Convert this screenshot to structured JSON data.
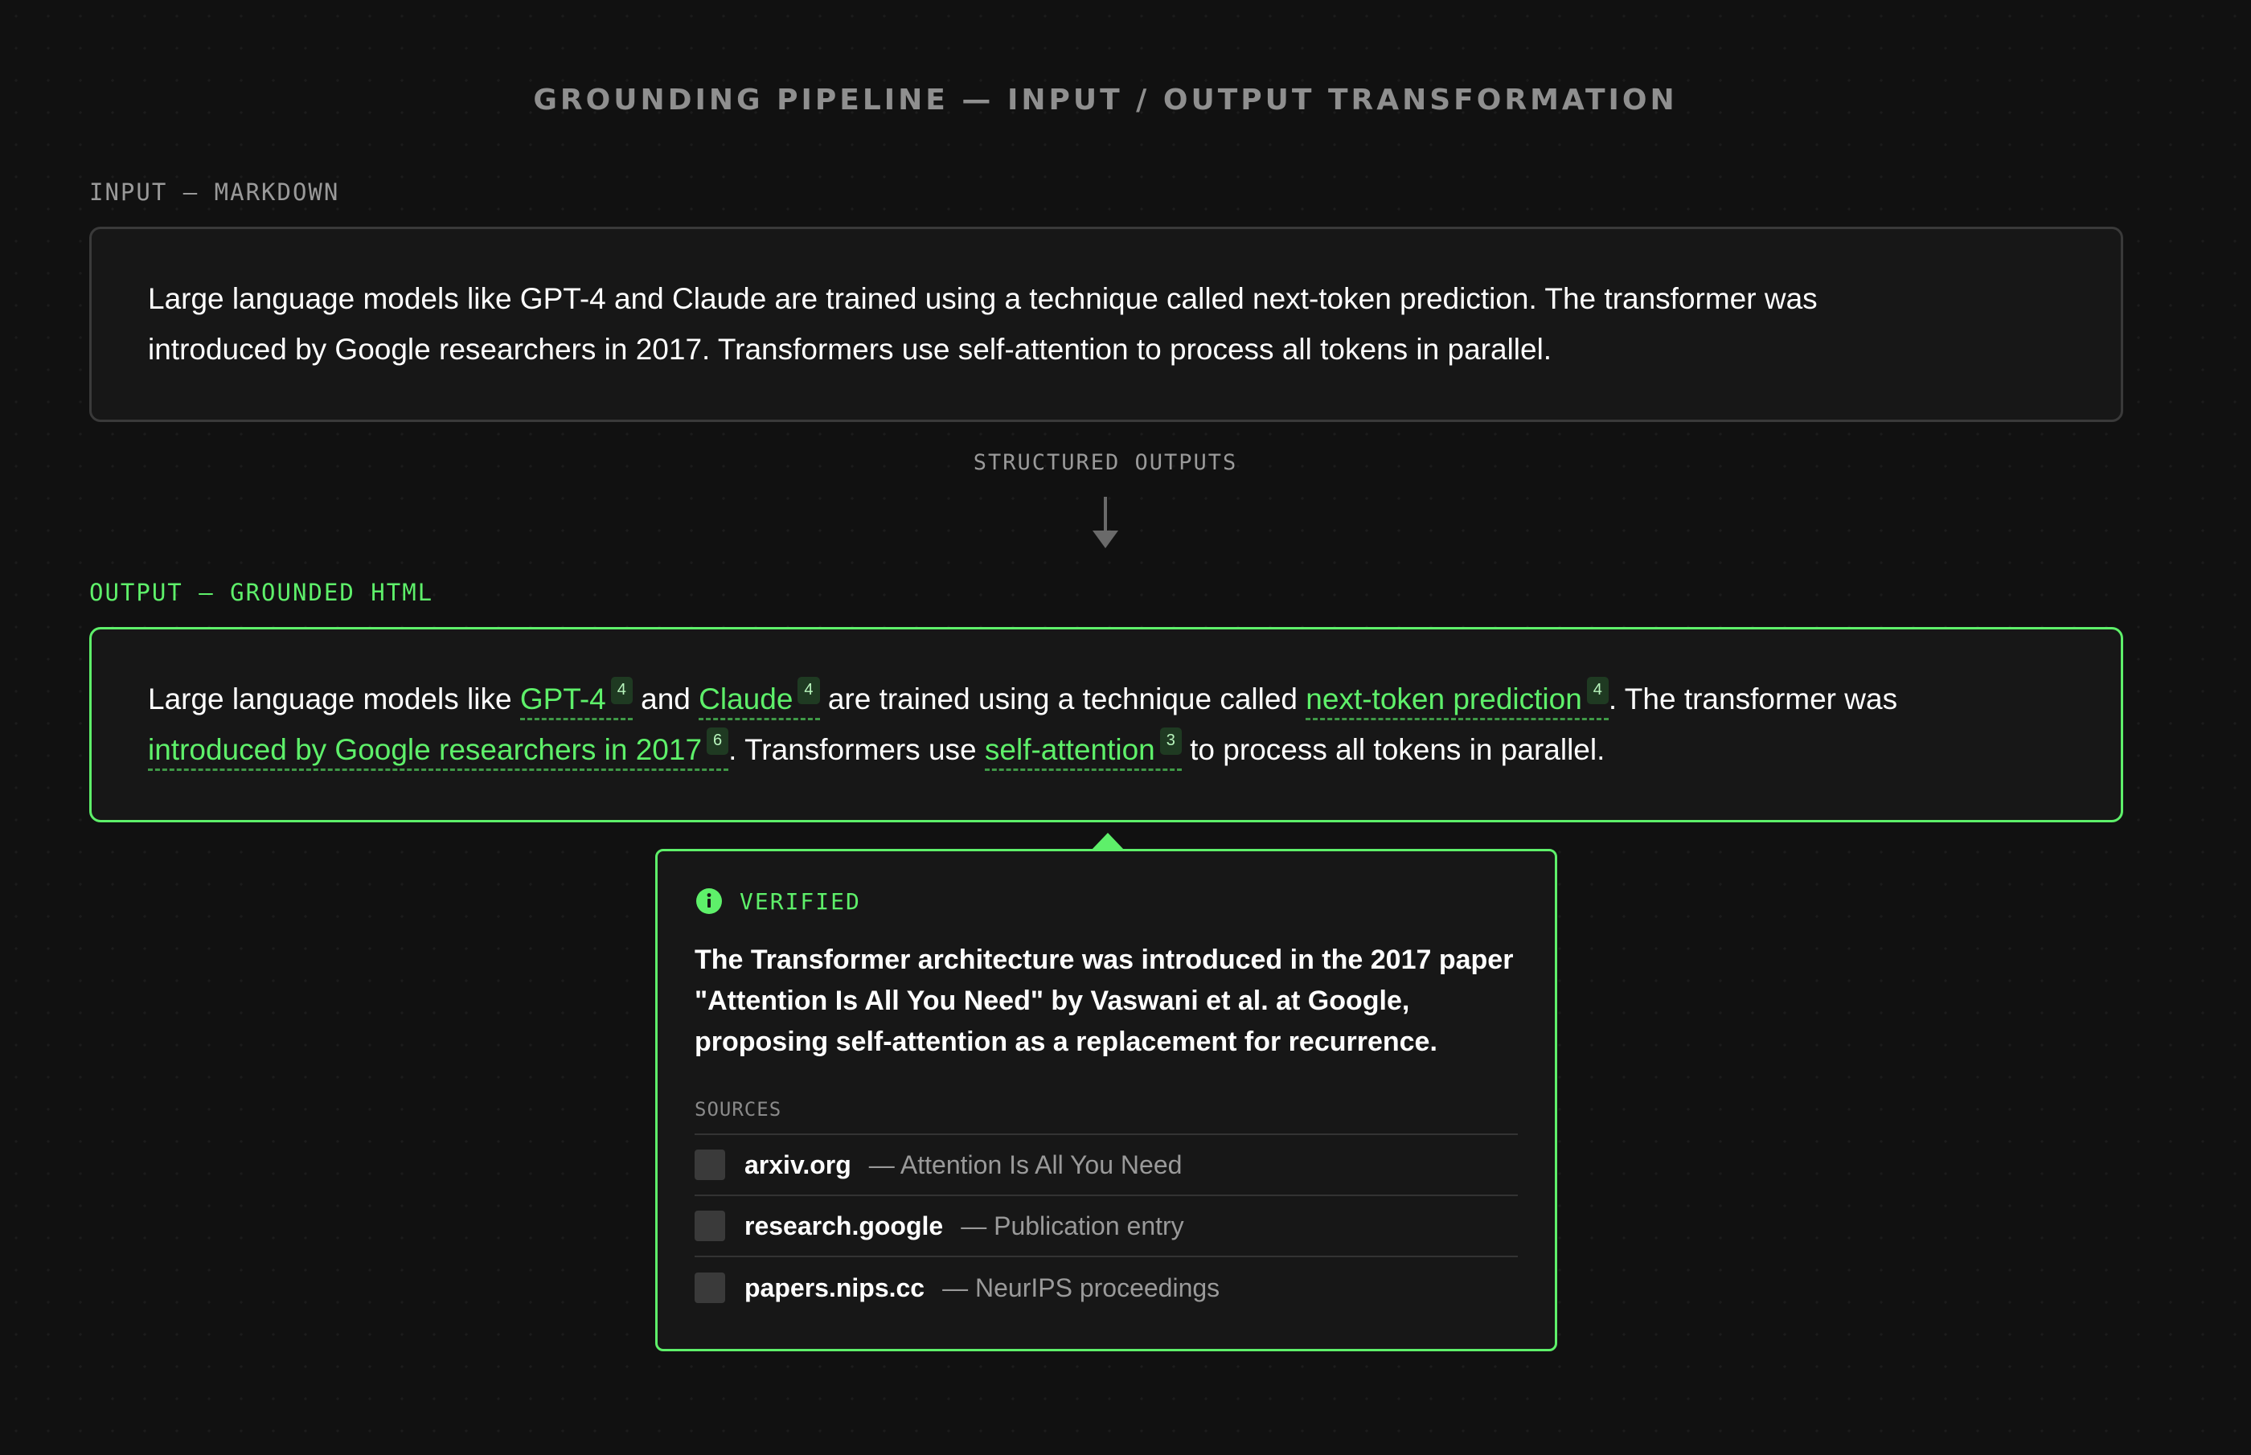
{
  "title": "GROUNDING PIPELINE — INPUT / OUTPUT TRANSFORMATION",
  "input": {
    "label": "INPUT — MARKDOWN",
    "line1": "Large language models like GPT-4 and Claude are trained using a technique called next-token prediction. The transformer was",
    "line2": "introduced by Google researchers in 2017. Transformers use self-attention to process all tokens in parallel."
  },
  "connector": {
    "label": "STRUCTURED OUTPUTS"
  },
  "output": {
    "label": "OUTPUT — GROUNDED HTML",
    "segments": {
      "t1": "Large language models like ",
      "g1": "GPT-4",
      "s1": "4",
      "t2": " and ",
      "g2": "Claude",
      "s2": "4",
      "t3": " are trained using a technique called ",
      "g3": "next-token prediction",
      "s3": "4",
      "t4": ". The transformer was",
      "g4": "introduced by Google researchers in 2017",
      "s4": "6",
      "t5": ". Transformers use ",
      "g5": "self-attention",
      "s5": "3",
      "t6": " to process all tokens in parallel."
    }
  },
  "popover": {
    "status": "VERIFIED",
    "icon": "info-icon",
    "claim_line1": "The Transformer architecture was introduced in the 2017 paper",
    "claim_line2": "\"Attention Is All You Need\" by Vaswani et al. at Google,",
    "claim_line3": "proposing self-attention as a replacement for recurrence.",
    "sources_label": "SOURCES",
    "sources": [
      {
        "domain": "arxiv.org",
        "desc": "— Attention Is All You Need"
      },
      {
        "domain": "research.google",
        "desc": "— Publication entry"
      },
      {
        "domain": "papers.nips.cc",
        "desc": "— NeurIPS proceedings"
      }
    ]
  },
  "colors": {
    "accent": "#5ef06a",
    "background": "#111111",
    "panel": "#171717",
    "muted": "#9a9a9a"
  }
}
